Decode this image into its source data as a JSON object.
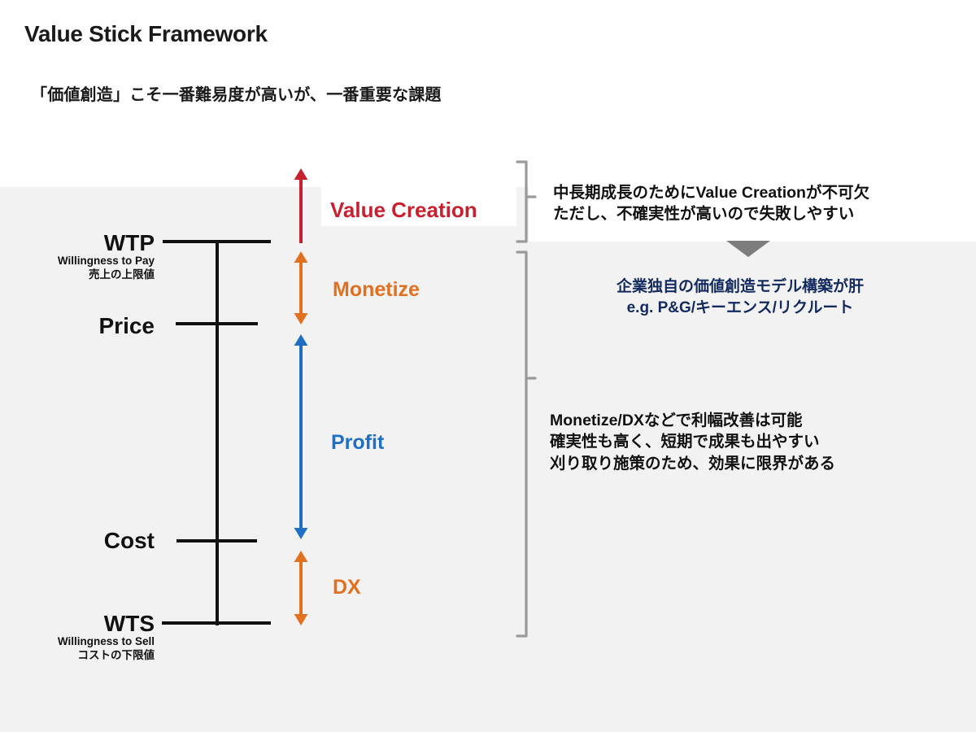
{
  "header": {
    "title": "Value Stick Framework",
    "subtitle": "「価値創造」こそ一番難易度が高いが、一番重要な課題"
  },
  "colors": {
    "value_creation_red": "#c8202e",
    "monetize_orange": "#e2701e",
    "profit_blue": "#1f6fc4",
    "dx_orange": "#e2701e",
    "note_navy": "#132a5e",
    "band_gray": "#f2f2f2",
    "bracket_gray": "#9a9a9a",
    "stick_black": "#111111"
  },
  "stick": {
    "levels": [
      {
        "id": "wtp",
        "label": "WTP",
        "sub_en": "Willingness to Pay",
        "sub_ja": "売上の上限値"
      },
      {
        "id": "price",
        "label": "Price",
        "sub_en": "",
        "sub_ja": ""
      },
      {
        "id": "cost",
        "label": "Cost",
        "sub_en": "",
        "sub_ja": ""
      },
      {
        "id": "wts",
        "label": "WTS",
        "sub_en": "Willingness to Sell",
        "sub_ja": "コストの下限値"
      }
    ]
  },
  "segments": [
    {
      "id": "value-creation",
      "label": "Value Creation",
      "color": "#c8202e",
      "arrow": "single-up",
      "from": "above WTP",
      "to": "WTP"
    },
    {
      "id": "monetize",
      "label": "Monetize",
      "color": "#e2701e",
      "arrow": "double",
      "from": "WTP",
      "to": "Price"
    },
    {
      "id": "profit",
      "label": "Profit",
      "color": "#1f6fc4",
      "arrow": "double",
      "from": "Price",
      "to": "Cost"
    },
    {
      "id": "dx",
      "label": "DX",
      "color": "#e2701e",
      "arrow": "double",
      "from": "Cost",
      "to": "WTS"
    }
  ],
  "notes": {
    "top": "中長期成長のためにValue Creationが不可欠\nただし、不確実性が高いので失敗しやすい",
    "middle": "企業独自の価値創造モデル構築が肝\ne.g. P&G/キーエンス/リクルート",
    "bottom": "Monetize/DXなどで利幅改善は可能\n確実性も高く、短期で成果も出やすい\n刈り取り施策のため、効果に限界がある"
  },
  "brackets": [
    {
      "id": "bracket-value-creation",
      "spans": "Value Creation"
    },
    {
      "id": "bracket-monetize-profit-dx",
      "spans": "Monetize / Profit / DX"
    }
  ],
  "connector": {
    "id": "triangle-down",
    "shape": "triangle-down-icon"
  }
}
